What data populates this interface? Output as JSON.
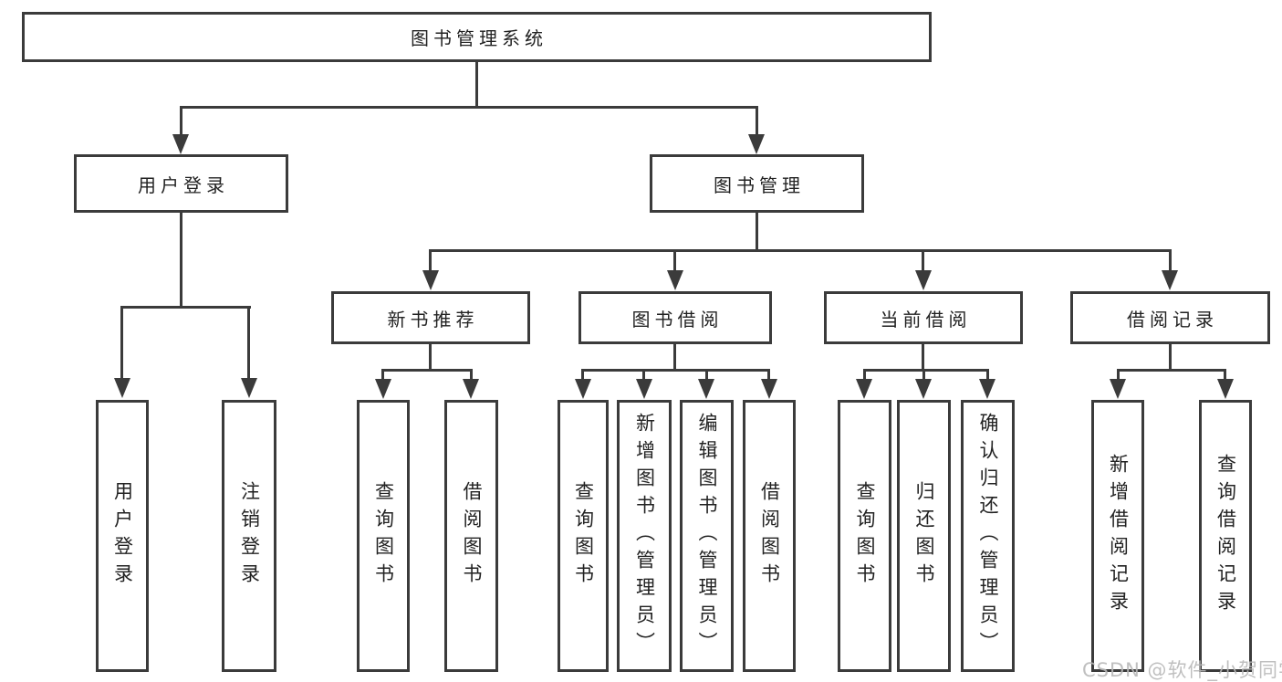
{
  "diagram": {
    "title": "图书管理系统",
    "level2": {
      "user_login": "用户登录",
      "book_mgmt": "图书管理"
    },
    "level3": {
      "new_book": "新书推荐",
      "book_borrow": "图书借阅",
      "current_borrow": "当前借阅",
      "borrow_record": "借阅记录"
    },
    "leaves": {
      "g1a": "用户登录",
      "g1b": "注销登录",
      "g2a": "查询图书",
      "g2b": "借阅图书",
      "g3a": "查询图书",
      "g3b": "新增图书（管理员）",
      "g3c": "编辑图书（管理员）",
      "g3d": "借阅图书",
      "g4a": "查询图书",
      "g4b": "归还图书",
      "g4c": "确认归还（管理员）",
      "g5a": "新增借阅记录",
      "g5b": "查询借阅记录"
    }
  },
  "watermark": {
    "text": "CSDN @软件_小贺同学"
  },
  "colors": {
    "line": "#3b3b3b",
    "text": "#222222",
    "watermark": "#b9b9b9",
    "background": "#ffffff"
  }
}
